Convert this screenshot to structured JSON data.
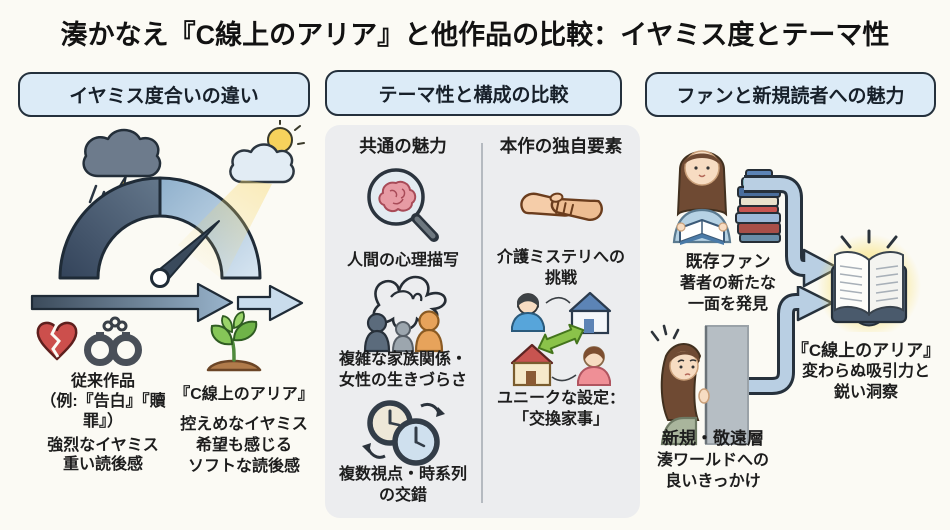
{
  "title": "湊かなえ『C線上のアリア』と他作品の比較：イヤミス度とテーマ性",
  "col1": {
    "header": "イヤミス度合いの違い",
    "legacy": {
      "name": "従来作品\n（例:『告白』『贖\n罪』）",
      "desc": "強烈なイヤミス\n重い読後感"
    },
    "aria": {
      "name": "『C線上のアリア』",
      "desc": "控えめなイヤミス\n希望も感じる\nソフトな読後感"
    }
  },
  "col2": {
    "header": "テーマ性と構成の比較",
    "common": {
      "header": "共通の魅力",
      "items": [
        "人間の心理描写",
        "複雑な家族関係・\n女性の生きづらさ",
        "複数視点・時系列\nの交錯"
      ]
    },
    "unique": {
      "header": "本作の独自要素",
      "items": [
        "介護ミステリへの\n挑戦",
        "ユニークな設定：\n「交換家事」"
      ]
    }
  },
  "col3": {
    "header": "ファンと新規読者への魅力",
    "existing": {
      "name": "既存ファン",
      "desc": "著者の新たな\n一面を発見"
    },
    "newcomers": {
      "name": "新規・敬遠層",
      "desc": "湊ワールドへの\n良いきっかけ"
    },
    "book": {
      "name": "『C線上のアリア』",
      "desc": "変わらぬ吸引力と\n鋭い洞察"
    }
  },
  "icons": {
    "column1": [
      "storm-cloud",
      "sun-cloud",
      "iyamisu-gauge",
      "intensity-arrow",
      "broken-heart",
      "handcuffs",
      "sprout"
    ],
    "column2": [
      "brain-magnifier",
      "tangled-family",
      "swap-clocks",
      "handshake",
      "house-swap"
    ],
    "column3": [
      "reading-woman",
      "book-stack",
      "peeking-woman",
      "flow-arrow",
      "glowing-open-book"
    ]
  },
  "colors": {
    "background": "#fbfaf4",
    "header_box_bg": "#dcebf7",
    "header_box_border": "#24303c",
    "panel_bg": "#ecedef",
    "accent_dark": "#3b4a5a",
    "accent_light": "#c9dcec",
    "arrow_fill": "#b9cfe3",
    "highlight_glow": "#f9e37c",
    "heart_red": "#cc4f4c",
    "sprout_green": "#86c658"
  }
}
